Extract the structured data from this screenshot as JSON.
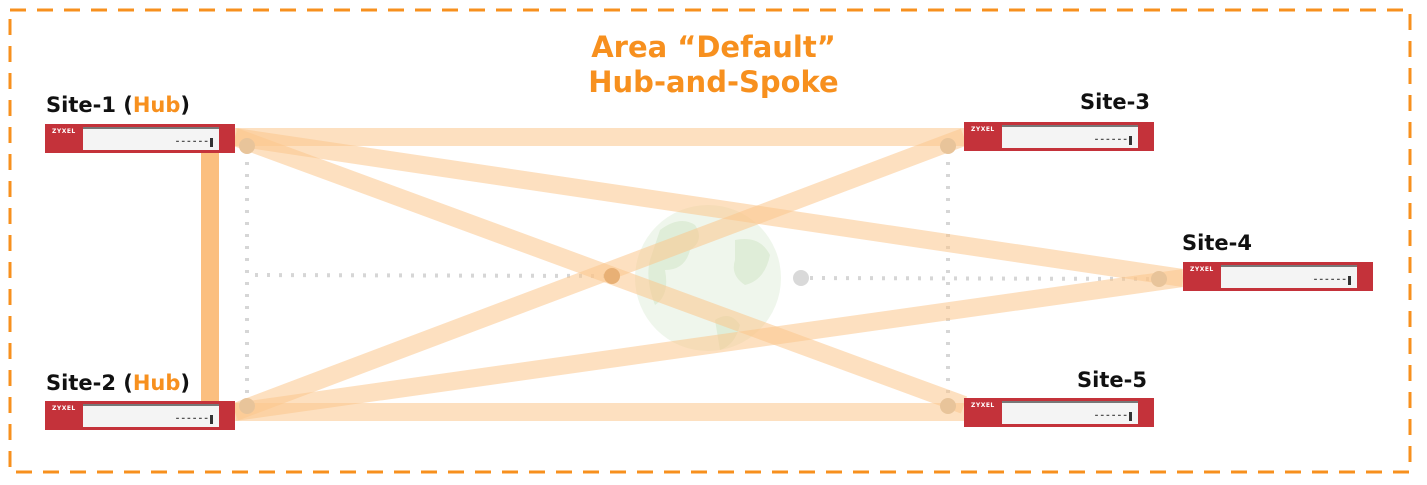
{
  "area": {
    "title_line1": "Area “Default”",
    "title_line2": "Hub-and-Spoke"
  },
  "sites": [
    {
      "name": "Site-1",
      "role": "Hub"
    },
    {
      "name": "Site-2",
      "role": "Hub"
    },
    {
      "name": "Site-3"
    },
    {
      "name": "Site-4"
    },
    {
      "name": "Site-5"
    }
  ],
  "device_brand": "ZYXEL",
  "colors": {
    "accent": "#f7901e",
    "tunnel": "#fdd9b0",
    "hub_link": "#fbbf7f",
    "device": "#c4323a",
    "globe": "#dff0da"
  }
}
